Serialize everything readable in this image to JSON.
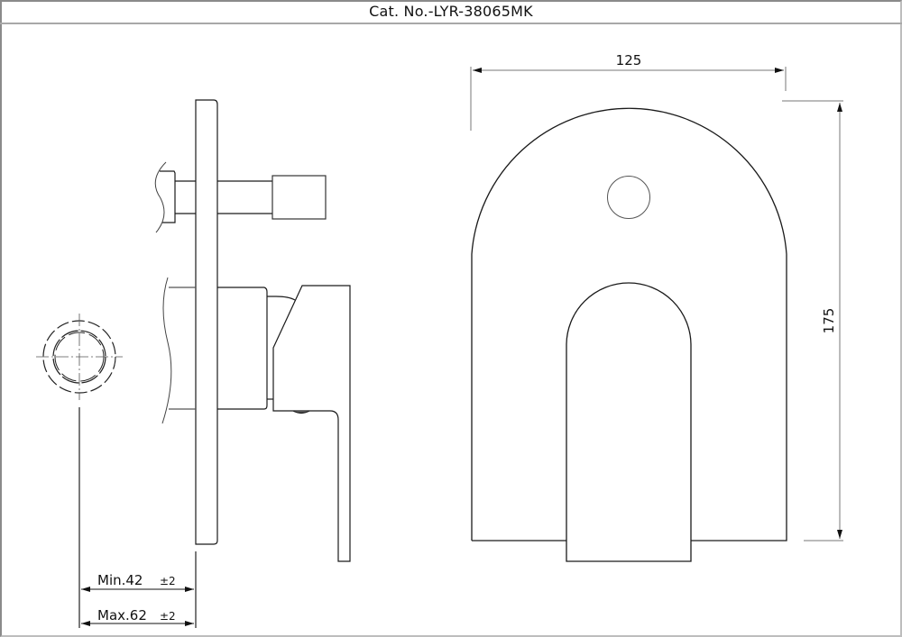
{
  "title": {
    "catalog_number": "Cat. No.-LYR-38065MK"
  },
  "views": {
    "end_view": {
      "label": "end-view-circle"
    },
    "side_view": {
      "label": "side-section-view"
    },
    "front_view": {
      "label": "front-view-plate"
    }
  },
  "dimensions": {
    "width": {
      "value": "125"
    },
    "height": {
      "value": "175"
    },
    "min_depth": {
      "label": "Min.42",
      "tolerance": "±2"
    },
    "max_depth": {
      "label": "Max.62",
      "tolerance": "±2"
    }
  },
  "colors": {
    "line": "#1a1a1a",
    "dim_line": "#7a7a7a",
    "frame": "#8a8a8a"
  }
}
